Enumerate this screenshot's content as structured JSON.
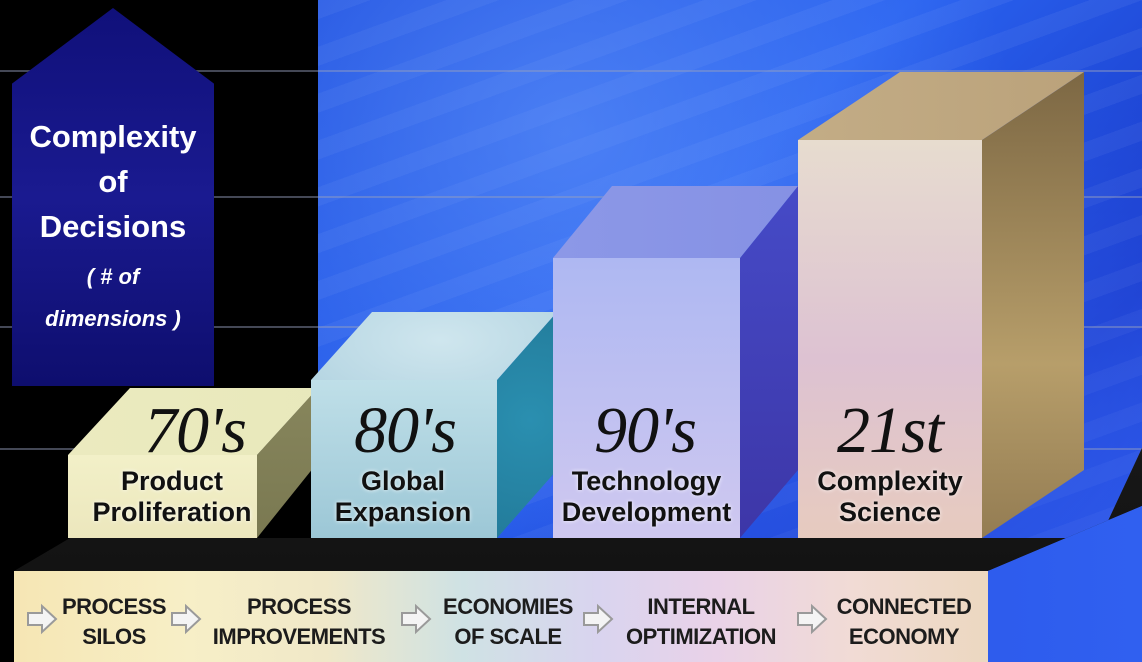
{
  "axis": {
    "title_lines": [
      "Complexity",
      "of",
      "Decisions"
    ],
    "subtitle_lines": [
      "( # of",
      "dimensions )"
    ]
  },
  "eras": [
    {
      "era": "70's",
      "caption_lines": [
        "Product",
        "Proliferation"
      ]
    },
    {
      "era": "80's",
      "caption_lines": [
        "Global",
        "Expansion"
      ]
    },
    {
      "era": "90's",
      "caption_lines": [
        "Technology",
        "Development"
      ]
    },
    {
      "era": "21st",
      "caption_lines": [
        "Complexity",
        "Science"
      ]
    }
  ],
  "stages": [
    {
      "lines": [
        "PROCESS",
        "SILOS"
      ]
    },
    {
      "lines": [
        "PROCESS",
        "IMPROVEMENTS"
      ]
    },
    {
      "lines": [
        "ECONOMIES",
        "OF SCALE"
      ]
    },
    {
      "lines": [
        "INTERNAL",
        "OPTIMIZATION"
      ]
    },
    {
      "lines": [
        "CONNECTED",
        "ECONOMY"
      ]
    }
  ],
  "colors": {
    "axis_arrow": "#10107a",
    "background_panel": "#2a63f0",
    "platform_top": "#1a1a1a"
  }
}
